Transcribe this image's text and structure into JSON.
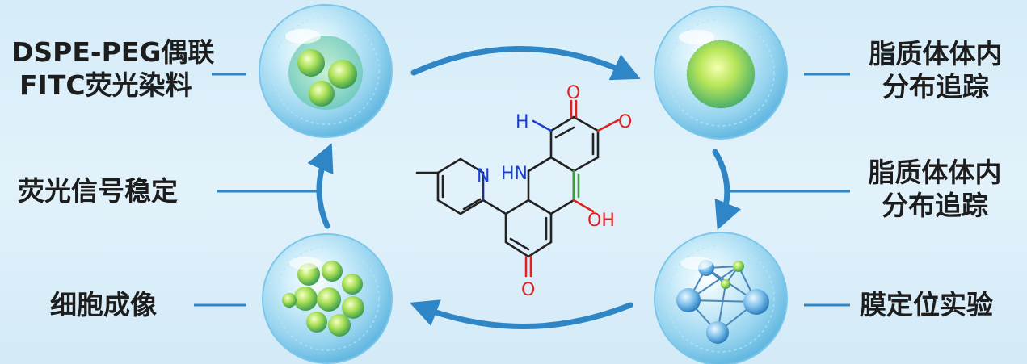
{
  "labels": {
    "top_left": [
      "DSPE-PEG偶联",
      "FITC荧光染料"
    ],
    "mid_left": "荧光信号稳定",
    "bottom_left": "细胞成像",
    "top_right": [
      "脂质体体内",
      "分布追踪"
    ],
    "mid_right": [
      "脂质体体内",
      "分布追踪"
    ],
    "bottom_right": "膜定位实验"
  },
  "molecule": {
    "atoms": {
      "o_top": "O",
      "o_right": "O",
      "h": "H",
      "n_ring": "N",
      "nh": "HN",
      "oh": "OH",
      "o_bottom": "O"
    }
  },
  "colors": {
    "background": "#dcf0fa",
    "arrow": "#2f86c6",
    "connector": "#2f86c6",
    "oxygen": "#e32020",
    "nitrogen": "#1a3fd6",
    "bond": "#222222",
    "green_bond": "#3aa03a"
  }
}
